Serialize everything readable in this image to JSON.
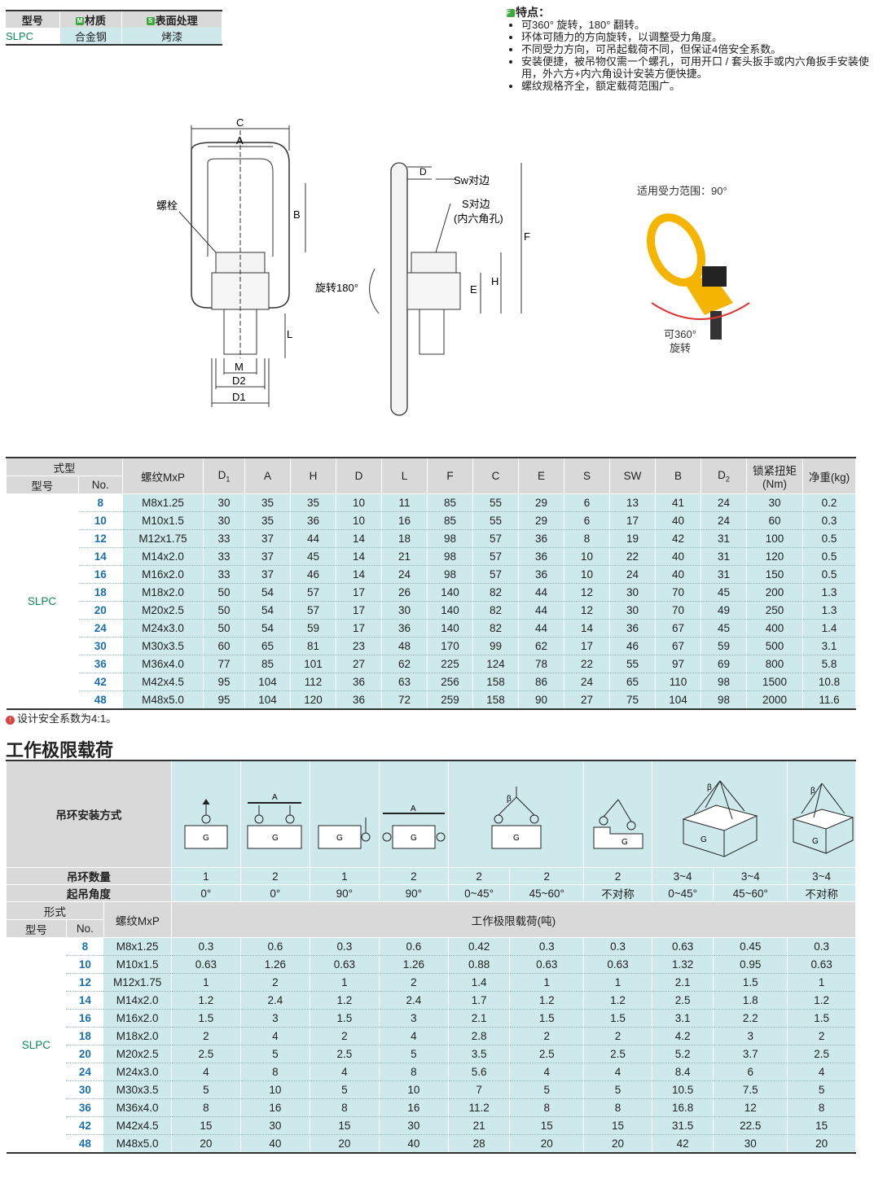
{
  "model_table": {
    "headers": [
      "型号",
      "材质",
      "表面处理"
    ],
    "header_tags": [
      "",
      "M",
      "S"
    ],
    "row": [
      "SLPC",
      "合金钢",
      "烤漆"
    ]
  },
  "features": {
    "tag": "F",
    "title": "特点：",
    "items": [
      "可360° 旋转，180° 翻转。",
      "环体可随力的方向旋转，以调整受力角度。",
      "不同受力方向，可吊起载荷不同，但保证4倍安全系数。",
      "安装便捷，被吊物仅需一个螺孔，可用开口 / 套头扳手或内六角扳手安装使用，外六方+内六角设计安装方便快捷。",
      "螺纹规格齐全，额定载荷范围广。"
    ]
  },
  "drawing": {
    "front": {
      "C": "C",
      "A": "A",
      "B": "B",
      "bolt": "螺栓",
      "M": "M",
      "D2": "D2",
      "D1": "D1",
      "L": "L"
    },
    "side": {
      "D": "D",
      "Sw": "Sw对边",
      "S": "S对边",
      "S2": "(内六角孔)",
      "F": "F",
      "H": "H",
      "E": "E",
      "rot": "旋转180°"
    },
    "photo": {
      "range": "适用受力范围：90°",
      "rot1": "可360°",
      "rot2": "旋转"
    }
  },
  "spec": {
    "group_header": "式型",
    "sub_headers": [
      "型号",
      "No."
    ],
    "columns": [
      "螺纹MxP",
      "D1",
      "A",
      "H",
      "D",
      "L",
      "F",
      "C",
      "E",
      "S",
      "SW",
      "B",
      "D2",
      "锁紧扭矩(Nm)",
      "净重(kg)"
    ],
    "model": "SLPC",
    "rows": [
      [
        "8",
        "M8x1.25",
        "30",
        "35",
        "35",
        "10",
        "11",
        "85",
        "55",
        "29",
        "6",
        "13",
        "41",
        "24",
        "30",
        "0.2"
      ],
      [
        "10",
        "M10x1.5",
        "30",
        "35",
        "36",
        "10",
        "16",
        "85",
        "55",
        "29",
        "6",
        "17",
        "40",
        "24",
        "60",
        "0.3"
      ],
      [
        "12",
        "M12x1.75",
        "33",
        "37",
        "44",
        "14",
        "18",
        "98",
        "57",
        "36",
        "8",
        "19",
        "42",
        "31",
        "100",
        "0.5"
      ],
      [
        "14",
        "M14x2.0",
        "33",
        "37",
        "45",
        "14",
        "21",
        "98",
        "57",
        "36",
        "10",
        "22",
        "40",
        "31",
        "120",
        "0.5"
      ],
      [
        "16",
        "M16x2.0",
        "33",
        "37",
        "46",
        "14",
        "24",
        "98",
        "57",
        "36",
        "10",
        "24",
        "40",
        "31",
        "150",
        "0.5"
      ],
      [
        "18",
        "M18x2.0",
        "50",
        "54",
        "57",
        "17",
        "26",
        "140",
        "82",
        "44",
        "12",
        "30",
        "70",
        "45",
        "200",
        "1.3"
      ],
      [
        "20",
        "M20x2.5",
        "50",
        "54",
        "57",
        "17",
        "30",
        "140",
        "82",
        "44",
        "12",
        "30",
        "70",
        "49",
        "250",
        "1.3"
      ],
      [
        "24",
        "M24x3.0",
        "50",
        "54",
        "59",
        "17",
        "36",
        "140",
        "82",
        "44",
        "14",
        "36",
        "67",
        "45",
        "400",
        "1.4"
      ],
      [
        "30",
        "M30x3.5",
        "60",
        "65",
        "81",
        "23",
        "48",
        "170",
        "99",
        "62",
        "17",
        "46",
        "67",
        "59",
        "500",
        "3.1"
      ],
      [
        "36",
        "M36x4.0",
        "77",
        "85",
        "101",
        "27",
        "62",
        "225",
        "124",
        "78",
        "22",
        "55",
        "97",
        "69",
        "800",
        "5.8"
      ],
      [
        "42",
        "M42x4.5",
        "95",
        "104",
        "112",
        "36",
        "63",
        "256",
        "158",
        "86",
        "24",
        "65",
        "110",
        "98",
        "1500",
        "10.8"
      ],
      [
        "48",
        "M48x5.0",
        "95",
        "104",
        "120",
        "36",
        "72",
        "259",
        "158",
        "90",
        "27",
        "75",
        "104",
        "98",
        "2000",
        "11.6"
      ]
    ]
  },
  "note": "设计安全系数为4:1。",
  "section_title": "工作极限载荷",
  "load": {
    "install_label": "吊环安装方式",
    "qty_label": "吊环数量",
    "angle_label": "起吊角度",
    "group_header": "形式",
    "sub_headers": [
      "型号",
      "No."
    ],
    "thread_header": "螺纹MxP",
    "load_header": "工作极限载荷(吨)",
    "quantities": [
      "1",
      "2",
      "1",
      "2",
      "2",
      "2",
      "2",
      "3~4",
      "3~4",
      "3~4"
    ],
    "angles": [
      "0°",
      "0°",
      "90°",
      "90°",
      "0~45°",
      "45~60°",
      "不对称",
      "0~45°",
      "45~60°",
      "不对称"
    ],
    "model": "SLPC",
    "rows": [
      [
        "8",
        "M8x1.25",
        "0.3",
        "0.6",
        "0.3",
        "0.6",
        "0.42",
        "0.3",
        "0.3",
        "0.63",
        "0.45",
        "0.3"
      ],
      [
        "10",
        "M10x1.5",
        "0.63",
        "1.26",
        "0.63",
        "1.26",
        "0.88",
        "0.63",
        "0.63",
        "1.32",
        "0.95",
        "0.63"
      ],
      [
        "12",
        "M12x1.75",
        "1",
        "2",
        "1",
        "2",
        "1.4",
        "1",
        "1",
        "2.1",
        "1.5",
        "1"
      ],
      [
        "14",
        "M14x2.0",
        "1.2",
        "2.4",
        "1.2",
        "2.4",
        "1.7",
        "1.2",
        "1.2",
        "2.5",
        "1.8",
        "1.2"
      ],
      [
        "16",
        "M16x2.0",
        "1.5",
        "3",
        "1.5",
        "3",
        "2.1",
        "1.5",
        "1.5",
        "3.1",
        "2.2",
        "1.5"
      ],
      [
        "18",
        "M18x2.0",
        "2",
        "4",
        "2",
        "4",
        "2.8",
        "2",
        "2",
        "4.2",
        "3",
        "2"
      ],
      [
        "20",
        "M20x2.5",
        "2.5",
        "5",
        "2.5",
        "5",
        "3.5",
        "2.5",
        "2.5",
        "5.2",
        "3.7",
        "2.5"
      ],
      [
        "24",
        "M24x3.0",
        "4",
        "8",
        "4",
        "8",
        "5.6",
        "4",
        "4",
        "8.4",
        "6",
        "4"
      ],
      [
        "30",
        "M30x3.5",
        "5",
        "10",
        "5",
        "10",
        "7",
        "5",
        "5",
        "10.5",
        "7.5",
        "5"
      ],
      [
        "36",
        "M36x4.0",
        "8",
        "16",
        "8",
        "16",
        "11.2",
        "8",
        "8",
        "16.8",
        "12",
        "8"
      ],
      [
        "42",
        "M42x4.5",
        "15",
        "30",
        "15",
        "30",
        "21",
        "15",
        "15",
        "31.5",
        "22.5",
        "15"
      ],
      [
        "48",
        "M48x5.0",
        "20",
        "40",
        "20",
        "40",
        "28",
        "20",
        "20",
        "42",
        "30",
        "20"
      ]
    ],
    "diagram_labels": {
      "G": "G",
      "A": "A",
      "beta": "β"
    }
  }
}
